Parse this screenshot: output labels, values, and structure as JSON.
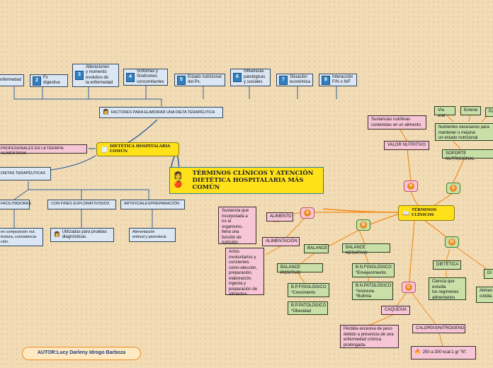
{
  "central": "TÉRMINOS CLÍNICOS Y ATENCIÓN\nDIETÉTICA HOSPITALARIA MÁS COMÚN",
  "left": {
    "hub": "DIETÉTICA HOSPITALARIA COMÚN",
    "professionals": "PROFESIONALES EN LA TERAPIA ALIMENTARIA",
    "diets": "DIETAS TERAPÉUTICAS",
    "facilitators": "FACILITADORAS",
    "exploratory": "CON FINES EXPLORATIVOS/DX",
    "artificial": "ARTIFICIALES/PREPARACIÓN",
    "composition": "en composición nut.\ntextura, consistencia\nción.",
    "tests": "Utilizadas para pruebas\ndiagnósticas.",
    "feeding": "Alimentación\nenteral y parenteral.",
    "factors": "FACTORES PARA ELABORAR UNA DIETA TERAPÉUTICA",
    "factor_items": [
      {
        "n": "",
        "label": "enfermedad"
      },
      {
        "n": "2",
        "label": "Fx digestiva"
      },
      {
        "n": "3",
        "label": "Alteraciones\ny momento\nevolutivo de\nla enfermedad"
      },
      {
        "n": "4",
        "label": "Síntomas y\nSíndromes\nconcomitantes"
      },
      {
        "n": "5",
        "label": "Estado nutricional\ndel Px."
      },
      {
        "n": "6",
        "label": "Influencias\npatológicas\ny sociales"
      },
      {
        "n": "7",
        "label": "Situación\neconómica"
      },
      {
        "n": "8",
        "label": "Interacción\nF/N o N/F"
      }
    ]
  },
  "right": {
    "hub": "TÉRMINOS CLÍNICOS",
    "badges": [
      "A",
      "B",
      "C",
      "D",
      "V",
      "S"
    ],
    "alimento": "ALIMENTO",
    "alimento_def": "Sustancia que\nincorporada a\nno al\norganismo,\nllena una\nfunción de\nnutrición",
    "alimentacion": "ALIMENTACIÓN",
    "alimentacion_def": "Actos\ninvoluntarios y\nconcientes\ncomo elección,\npreparación,\nelaboración,\ningesta y\npreparación de\nalimentos",
    "balance": "BALANCE",
    "balance_neg": "BALANCE NEGATIVO",
    "balance_pos": "BALANCE POSITIVO",
    "bn_fis": "B.N.FISIOLÓGICO\n*Envejecimiento",
    "bn_pat": "B.N.PATOLÓGICO\n*Anorexia\n*Bulimia",
    "bp_fis": "B.P.FISIOLÓGICO\n*Crecimiento",
    "bp_pat": "B.P.PATOLÓGICO\n*Obesidad",
    "caquexia": "CAQUEXIA",
    "caquexia_def": "Pérdida excesiva de peso\ndebido a presencia de una\nenfermedad crónica\nprolongada.",
    "calorias": "CALORÍAS/NITRÓGENO",
    "calorias_def": "250 a 300 kcal:1 gr \"N\".",
    "dietetica": "DIETÉTICA",
    "dietetica_def": "Ciencia que\nestudia\nlos regímenes\nalimentarios",
    "di": "DI",
    "alimen": "Alimen\ncotidia",
    "valor": "VALOR NUTRITIVO",
    "valor_def": "Sustancias nutritivas\ncontenidas en un alimento",
    "soporte": "SOPORTE NUTRICIONAL",
    "soporte_def": "Nutrientes necesarios para\nmantener o mejorar\nun estado nutricional",
    "via_oral": "Vía oral",
    "enteral": "Enteral",
    "pa": "Pa"
  },
  "author": "AUTOR:Lucy Darleny Idrogo Barboza",
  "colors": {
    "blue_line": "#2f5fa3",
    "orange_line": "#f08a1c",
    "yellow": "#ffe11a",
    "pink": "#f7c6d6",
    "green": "#c8e0a8",
    "light_blue": "#dbe7f5"
  }
}
